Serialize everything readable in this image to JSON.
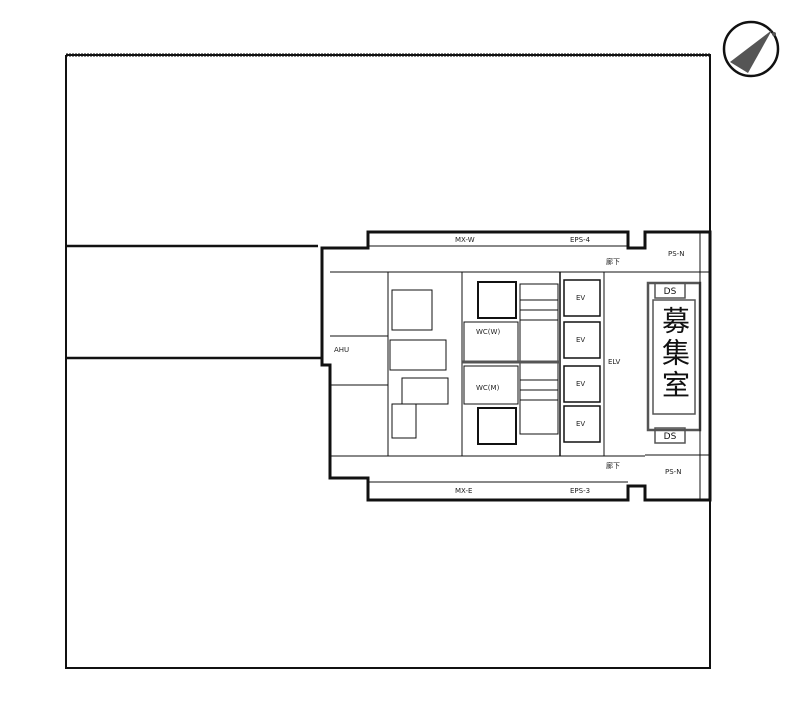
{
  "plan": {
    "vacant_room_label": "募集室",
    "ds_top": "DS",
    "ds_bottom": "DS",
    "ps_top": "PS-N",
    "ps_bottom": "PS-N",
    "eps_top": "EPS-4",
    "eps_bottom": "EPS-3",
    "mx_top": "MX-W",
    "mx_bottom": "MX-E",
    "corridor_top": "廊下",
    "corridor_bottom": "廊下",
    "ahu": "AHU",
    "wc_m": "WC(M)",
    "wc_w": "WC(W)",
    "elv": "ELV",
    "ev_labels": [
      "EV",
      "EV",
      "EV",
      "EV"
    ],
    "colors": {
      "line": "#111111",
      "accent": "#555555",
      "background": "#ffffff"
    }
  },
  "compass": {
    "icon": "north-arrow-icon"
  }
}
